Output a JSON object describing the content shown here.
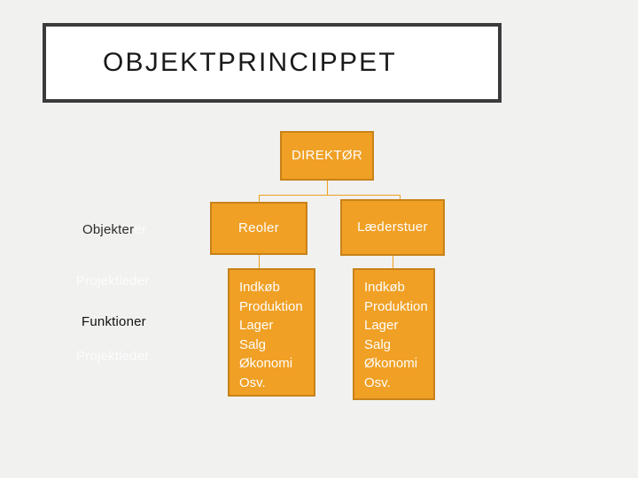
{
  "slide": {
    "background_color": "#f1f1f0",
    "title": "OBJEKTPRINCIPPET",
    "title_box": {
      "background_color": "#ffffff",
      "border_color": "#3b3b3b"
    }
  },
  "palette": {
    "node_fill": "#f0a024",
    "node_border": "#c8821a",
    "node_text": "#fdfdfd",
    "connector": "#eda01f"
  },
  "org_chart": {
    "root": {
      "label": "DIREKTØR"
    },
    "children": [
      {
        "label": "Reoler"
      },
      {
        "label": "Læderstuer"
      }
    ],
    "detail_left": {
      "items": [
        "Indkøb",
        "Produktion",
        "Lager",
        "Salg",
        "Økonomi",
        "Osv."
      ]
    },
    "detail_right": {
      "items": [
        "Indkøb",
        "Produktion",
        "Lager",
        "Salg",
        "Økonomi",
        "Osv."
      ]
    }
  },
  "annotations": {
    "objekter": "Objekter",
    "objekter_ghost": "er",
    "projektleder_1": "Projektleder",
    "funktioner": "Funktioner",
    "projektleder_2": "Projektleder"
  }
}
